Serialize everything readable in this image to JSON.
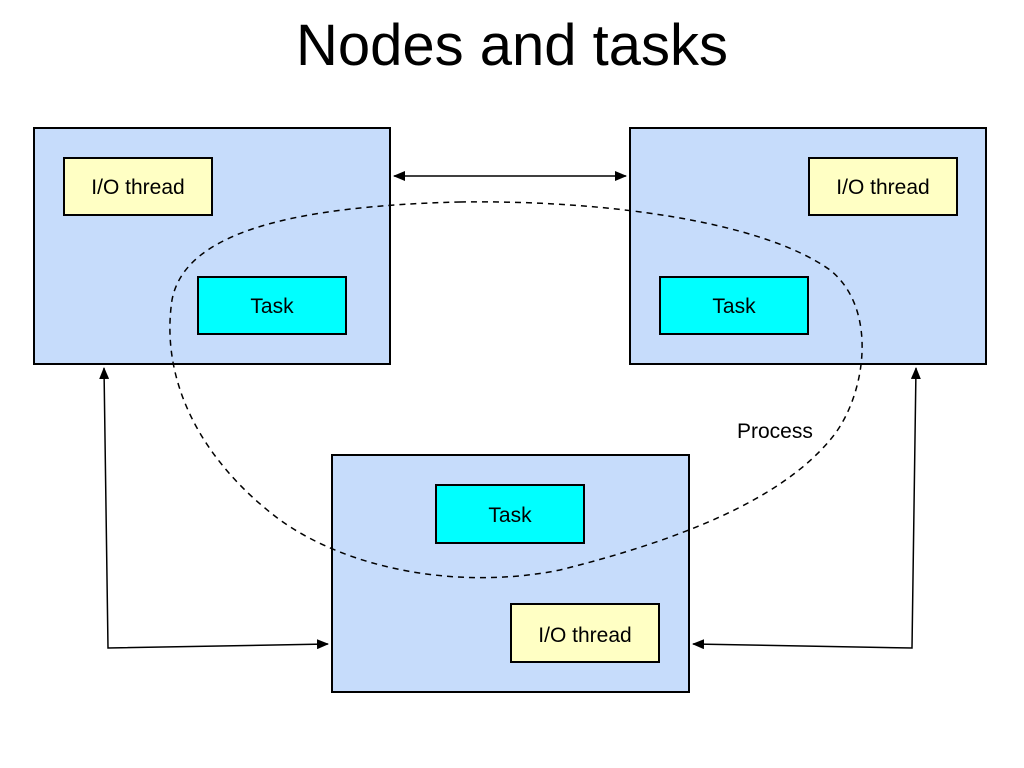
{
  "title": "Nodes and tasks",
  "colors": {
    "node_fill": "#c6dcfb",
    "io_fill": "#ffffc4",
    "task_fill": "#00ffff",
    "stroke": "#000000"
  },
  "nodes": [
    {
      "io_label": "I/O thread",
      "task_label": "Task"
    },
    {
      "io_label": "I/O thread",
      "task_label": "Task"
    },
    {
      "io_label": "I/O thread",
      "task_label": "Task"
    }
  ],
  "process_label": "Process"
}
